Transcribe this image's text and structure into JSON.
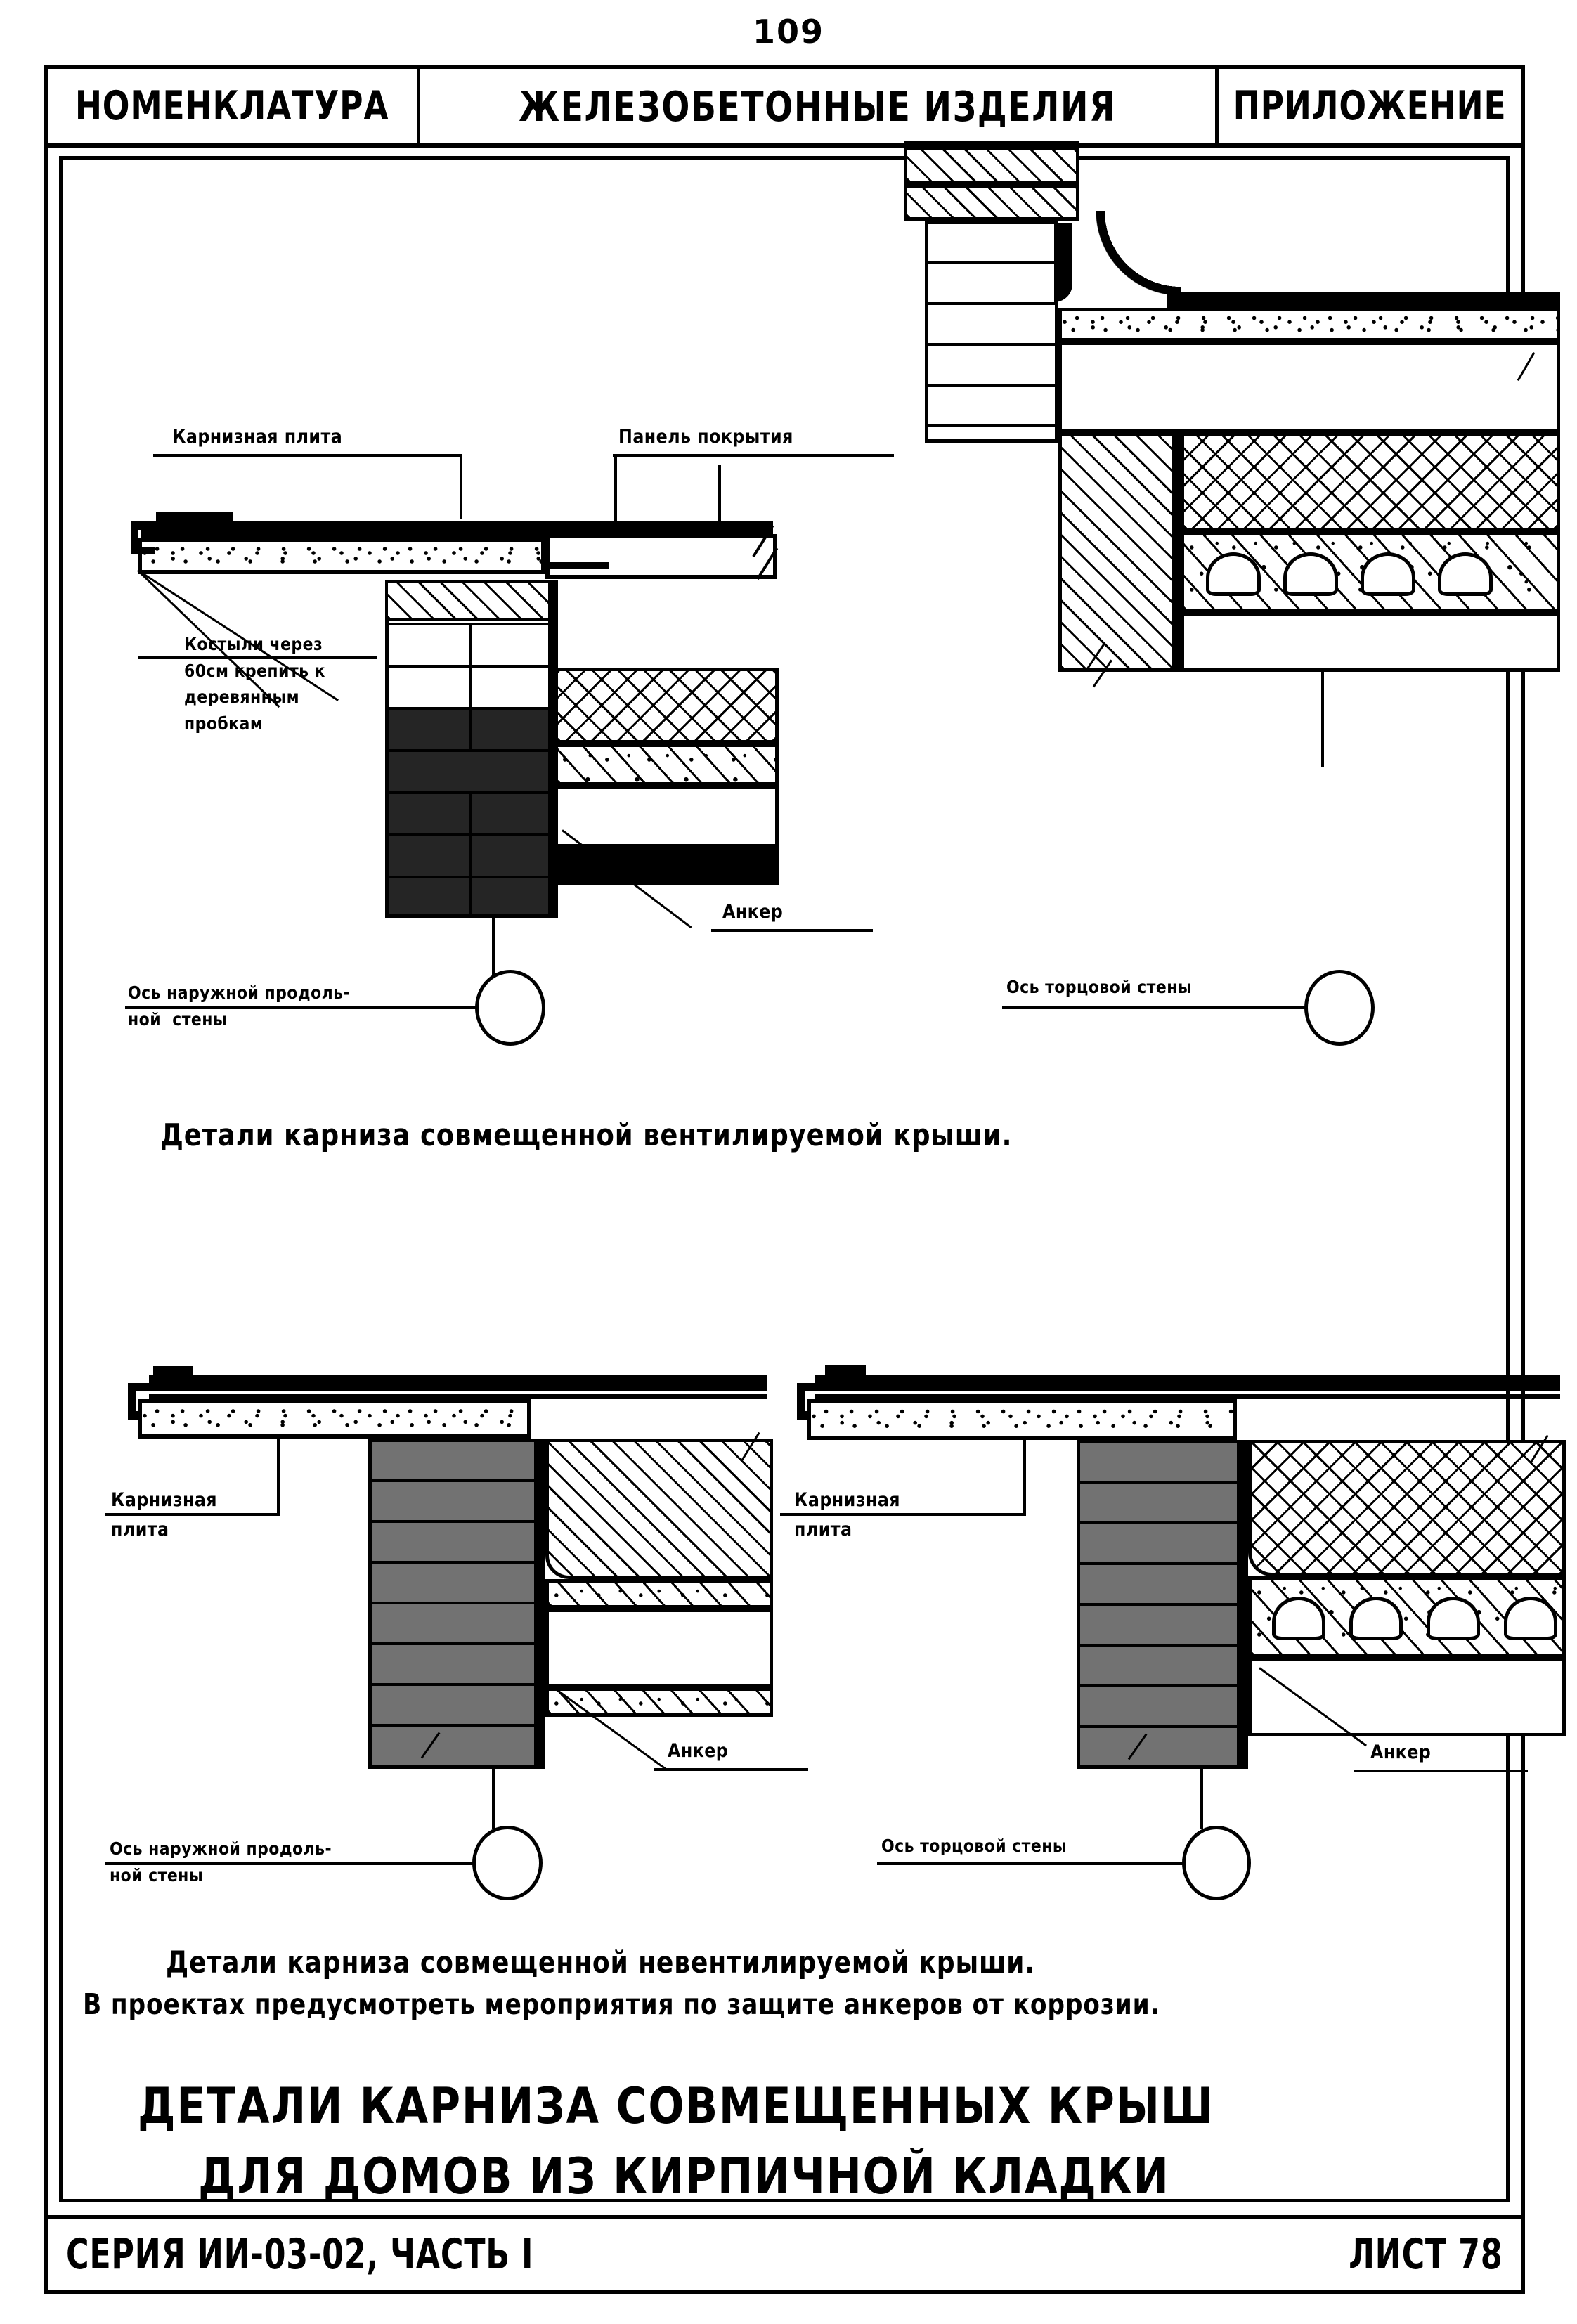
{
  "page_number": "109",
  "header": {
    "left": "НОМЕНКЛАТУРА",
    "center": "ЖЕЛЕЗОБЕТОННЫЕ  ИЗДЕЛИЯ",
    "right": "ПРИЛОЖЕНИЕ"
  },
  "footer": {
    "left": "СЕРИЯ ИИ-03-02, ЧАСТЬ I",
    "right": "ЛИСТ 78"
  },
  "main_title": {
    "line1": "ДЕТАЛИ КАРНИЗА СОВМЕЩЕННЫХ  КРЫШ",
    "line2": "ДЛЯ ДОМОВ ИЗ КИРПИЧНОЙ КЛАДКИ"
  },
  "sections": [
    {
      "id": "ventilated",
      "caption": "Детали  карниза  совмещенной  вентилируемой  крыши.",
      "details": [
        {
          "id": "ventilated-longitudinal-wall",
          "labels": {
            "cornice_slab": "Карнизная плита",
            "roof_panel": "Панель покрытия",
            "fastening_note": "Костыли через\n60см крепить к\nдеревянным\nпробкам",
            "anchor": "Анкер"
          },
          "axis_label": "Ось наружной продоль-\nной  стены"
        },
        {
          "id": "ventilated-end-wall",
          "labels": {
            "roof_panel": "Панель покрытия"
          },
          "axis_label": "Ось торцовой стены"
        }
      ]
    },
    {
      "id": "non-ventilated",
      "caption": "Детали  карниза  совмещенной  невентилируемой  крыши.",
      "note": "В проектах предусмотреть мероприятия  по защите  анкеров от коррозии.",
      "details": [
        {
          "id": "non-ventilated-longitudinal-wall",
          "labels": {
            "cornice_slab": "Карнизная\nплита",
            "anchor": "Анкер"
          },
          "axis_label": "Ось наружной продоль-\nной стены"
        },
        {
          "id": "non-ventilated-end-wall",
          "labels": {
            "cornice_slab": "Карнизная\nплита",
            "anchor": "Анкер"
          },
          "axis_label": "Ось торцовой стены"
        }
      ]
    }
  ],
  "colors": {
    "ink": "#000000",
    "paper": "#ffffff"
  }
}
